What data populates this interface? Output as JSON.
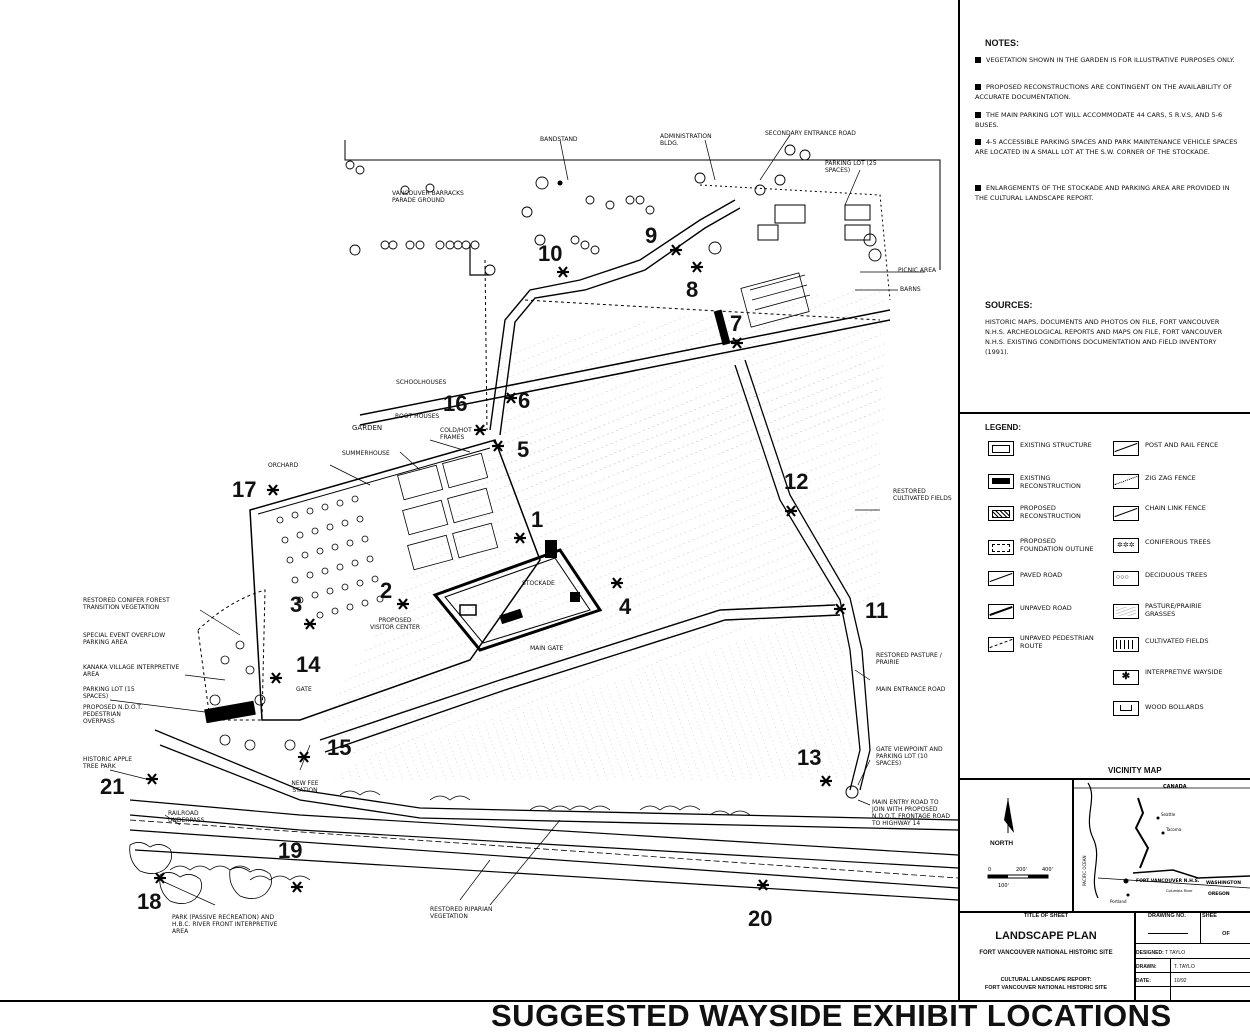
{
  "notes": {
    "title": "NOTES:",
    "items": [
      "VEGETATION SHOWN IN THE GARDEN IS FOR ILLUSTRATIVE PURPOSES ONLY.",
      "PROPOSED RECONSTRUCTIONS ARE CONTINGENT ON THE AVAILABILITY OF ACCURATE DOCUMENTATION.",
      "THE MAIN PARKING LOT WILL ACCOMMODATE 44 CARS, 5 R.V.S, AND 5-6 BUSES.",
      "4-5 ACCESSIBLE PARKING SPACES AND PARK MAINTENANCE VEHICLE SPACES ARE LOCATED IN A SMALL LOT AT THE S.W. CORNER OF THE STOCKADE.",
      "ENLARGEMENTS OF THE STOCKADE AND PARKING AREA ARE PROVIDED IN THE CULTURAL LANDSCAPE REPORT."
    ]
  },
  "sources": {
    "title": "SOURCES:",
    "text": "HISTORIC MAPS, DOCUMENTS AND PHOTOS ON FILE, FORT VANCOUVER N.H.S. ARCHEOLOGICAL REPORTS AND MAPS ON FILE, FORT VANCOUVER N.H.S. EXISTING CONDITIONS DOCUMENTATION AND FIELD INVENTORY (1991)."
  },
  "legend": {
    "title": "LEGEND:",
    "items": [
      {
        "label": "EXISTING STRUCTURE",
        "swatch": "existing-structure"
      },
      {
        "label": "EXISTING RECONSTRUCTION",
        "swatch": "existing-reconstruction"
      },
      {
        "label": "PROPOSED RECONSTRUCTION",
        "swatch": "proposed-reconstruction"
      },
      {
        "label": "PROPOSED FOUNDATION OUTLINE",
        "swatch": "proposed-foundation"
      },
      {
        "label": "PAVED ROAD",
        "swatch": "paved-road"
      },
      {
        "label": "UNPAVED ROAD",
        "swatch": "unpaved-road"
      },
      {
        "label": "UNPAVED PEDESTRIAN ROUTE",
        "swatch": "pedestrian-route"
      },
      {
        "label": "POST AND RAIL FENCE",
        "swatch": "post-rail-fence"
      },
      {
        "label": "ZIG ZAG FENCE",
        "swatch": "zigzag-fence"
      },
      {
        "label": "CHAIN LINK FENCE",
        "swatch": "chain-link-fence"
      },
      {
        "label": "CONIFEROUS TREES",
        "swatch": "coniferous-trees"
      },
      {
        "label": "DECIDUOUS TREES",
        "swatch": "deciduous-trees"
      },
      {
        "label": "PASTURE/PRAIRIE GRASSES",
        "swatch": "pasture-grasses"
      },
      {
        "label": "CULTIVATED FIELDS",
        "swatch": "cultivated-fields"
      },
      {
        "label": "INTERPRETIVE WAYSIDE",
        "swatch": "interpretive-wayside"
      },
      {
        "label": "WOOD BOLLARDS",
        "swatch": "wood-bollards"
      }
    ]
  },
  "vicinity_map": {
    "title": "VICINITY MAP",
    "north_label": "NORTH",
    "scale_labels": [
      "0",
      "200'",
      "400'",
      "100'"
    ],
    "place_labels": [
      "CANADA",
      "WASHINGTON",
      "OREGON",
      "PACIFIC OCEAN",
      "Seattle",
      "Tacoma",
      "Portland",
      "Columbia River",
      "FORT VANCOUVER N.H.S."
    ]
  },
  "title_block": {
    "title_of_sheet_label": "TITLE OF SHEET",
    "sheet_title": "LANDSCAPE PLAN",
    "site": "FORT VANCOUVER NATIONAL HISTORIC SITE",
    "report_line1": "CULTURAL LANDSCAPE REPORT:",
    "report_line2": "FORT VANCOUVER NATIONAL HISTORIC SITE",
    "drawing_no_label": "DRAWING NO.",
    "sheet_label": "SHEE",
    "of_label": "OF",
    "designed_label": "DESIGNED:",
    "designed_value": "T TAYLO",
    "drawn_label": "DRAWN:",
    "drawn_value": "T. TAYLO",
    "date_label": "DATE:",
    "date_value": "10/92"
  },
  "map": {
    "labels": [
      "BANDSTAND",
      "VANCOUVER BARRACKS PARADE GROUND",
      "ADMINISTRATION BLDG.",
      "SECONDARY ENTRANCE ROAD",
      "PARKING LOT (25 SPACES)",
      "PICNIC AREA",
      "BARNS",
      "SCHOOLHOUSES",
      "ROOT HOUSES",
      "GARDEN",
      "COLD/HOT FRAMES",
      "SUMMERHOUSE",
      "ORCHARD",
      "STOCKADE",
      "PROPOSED VISITOR CENTER",
      "MAIN GATE",
      "RESTORED CULTIVATED FIELDS",
      "RESTORED CONIFER FOREST TRANSITION VEGETATION",
      "SPECIAL EVENT OVERFLOW PARKING AREA",
      "KANAKA VILLAGE INTERPRETIVE AREA",
      "PARKING LOT (15 SPACES)",
      "PROPOSED N.D.O.T. PEDESTRIAN OVERPASS",
      "HISTORIC APPLE TREE PARK",
      "GATE",
      "NEW FEE STATION",
      "RESTORED PASTURE / PRAIRIE",
      "MAIN ENTRANCE ROAD",
      "GATE VIEWPOINT AND PARKING LOT (10 SPACES)",
      "MAIN ENTRY ROAD TO JOIN WITH PROPOSED N.D.O.T. FRONTAGE ROAD TO HIGHWAY 14",
      "RAILROAD UNDERPASS",
      "PARK (PASSIVE RECREATION) AND H.B.C. RIVER FRONT INTERPRETIVE AREA",
      "RESTORED RIPARIAN VEGETATION"
    ],
    "waysides": [
      "1",
      "2",
      "3",
      "4",
      "5",
      "6",
      "7",
      "8",
      "9",
      "10",
      "11",
      "12",
      "13",
      "14",
      "15",
      "16",
      "17",
      "18",
      "19",
      "20",
      "21"
    ]
  },
  "footer": {
    "title": "SUGGESTED WAYSIDE EXHIBIT LOCATIONS"
  }
}
